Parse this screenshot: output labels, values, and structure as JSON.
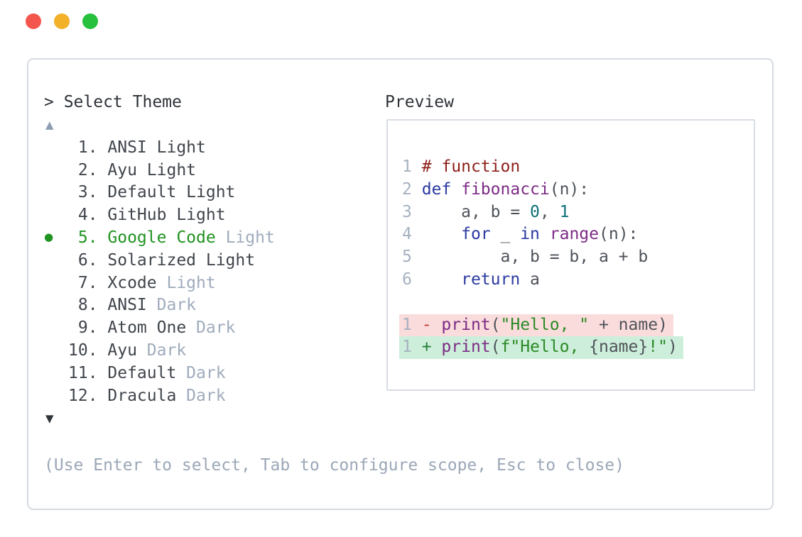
{
  "window": {
    "traffic_lights": [
      {
        "name": "close",
        "color": "#f4564e"
      },
      {
        "name": "minimize",
        "color": "#f2b129"
      },
      {
        "name": "zoom",
        "color": "#27c13e"
      }
    ]
  },
  "theme_picker": {
    "prompt": "> Select Theme",
    "scroll_up_icon": "▲",
    "scroll_down_icon": "▼",
    "selected_color": "#209320",
    "text_color": "#40454c",
    "muted_color": "#9fabbc",
    "items": [
      {
        "num": " 1.",
        "label": "ANSI Light",
        "muted_suffix": "",
        "selected": false
      },
      {
        "num": " 2.",
        "label": "Ayu Light",
        "muted_suffix": "",
        "selected": false
      },
      {
        "num": " 3.",
        "label": "Default Light",
        "muted_suffix": "",
        "selected": false
      },
      {
        "num": " 4.",
        "label": "GitHub Light",
        "muted_suffix": "",
        "selected": false
      },
      {
        "num": " 5.",
        "label": "Google Code",
        "muted_suffix": " Light",
        "selected": true
      },
      {
        "num": " 6.",
        "label": "Solarized Light",
        "muted_suffix": "",
        "selected": false
      },
      {
        "num": " 7.",
        "label": "Xcode",
        "muted_suffix": " Light",
        "selected": false
      },
      {
        "num": " 8.",
        "label": "ANSI",
        "muted_suffix": " Dark",
        "selected": false
      },
      {
        "num": " 9.",
        "label": "Atom One",
        "muted_suffix": " Dark",
        "selected": false
      },
      {
        "num": "10.",
        "label": "Ayu",
        "muted_suffix": " Dark",
        "selected": false
      },
      {
        "num": "11.",
        "label": "Default",
        "muted_suffix": " Dark",
        "selected": false
      },
      {
        "num": "12.",
        "label": "Dracula",
        "muted_suffix": " Dark",
        "selected": false
      }
    ]
  },
  "preview": {
    "title": "Preview",
    "colors": {
      "ln": "#a6b1c0",
      "com": "#8e1f1a",
      "kw": "#2b3aa0",
      "fn": "#7c2b85",
      "num": "#0c7178",
      "str": "#2b8a26",
      "plain": "#4e535a",
      "minus": "#c23b2e",
      "plus": "#237d36",
      "removed_bg": "#fadcdc",
      "added_bg": "#cdeeda"
    },
    "lines": [
      {
        "bg": "",
        "segments": [
          {
            "t": "1 ",
            "c": "ln"
          },
          {
            "t": "# function",
            "c": "com"
          }
        ]
      },
      {
        "bg": "",
        "segments": [
          {
            "t": "2 ",
            "c": "ln"
          },
          {
            "t": "def",
            "c": "kw"
          },
          {
            "t": " ",
            "c": "plain"
          },
          {
            "t": "fibonacci",
            "c": "fn"
          },
          {
            "t": "(n):",
            "c": "plain"
          }
        ]
      },
      {
        "bg": "",
        "segments": [
          {
            "t": "3 ",
            "c": "ln"
          },
          {
            "t": "    a, b = ",
            "c": "plain"
          },
          {
            "t": "0",
            "c": "num"
          },
          {
            "t": ", ",
            "c": "plain"
          },
          {
            "t": "1",
            "c": "num"
          }
        ]
      },
      {
        "bg": "",
        "segments": [
          {
            "t": "4 ",
            "c": "ln"
          },
          {
            "t": "    ",
            "c": "plain"
          },
          {
            "t": "for",
            "c": "kw"
          },
          {
            "t": " _ ",
            "c": "plain"
          },
          {
            "t": "in",
            "c": "kw"
          },
          {
            "t": " ",
            "c": "plain"
          },
          {
            "t": "range",
            "c": "fn"
          },
          {
            "t": "(n):",
            "c": "plain"
          }
        ]
      },
      {
        "bg": "",
        "segments": [
          {
            "t": "5 ",
            "c": "ln"
          },
          {
            "t": "        a, b = b, a + b",
            "c": "plain"
          }
        ]
      },
      {
        "bg": "",
        "segments": [
          {
            "t": "6 ",
            "c": "ln"
          },
          {
            "t": "    ",
            "c": "plain"
          },
          {
            "t": "return",
            "c": "kw"
          },
          {
            "t": " a",
            "c": "plain"
          }
        ]
      },
      {
        "bg": "",
        "segments": []
      },
      {
        "bg": "removed",
        "segments": [
          {
            "t": "1 ",
            "c": "ln"
          },
          {
            "t": "- ",
            "c": "minus"
          },
          {
            "t": "print",
            "c": "fn"
          },
          {
            "t": "(",
            "c": "plain"
          },
          {
            "t": "\"Hello, \"",
            "c": "str"
          },
          {
            "t": " + name)",
            "c": "plain"
          }
        ]
      },
      {
        "bg": "added",
        "segments": [
          {
            "t": "1 ",
            "c": "ln"
          },
          {
            "t": "+ ",
            "c": "plus"
          },
          {
            "t": "print",
            "c": "fn"
          },
          {
            "t": "(",
            "c": "plain"
          },
          {
            "t": "f\"Hello, ",
            "c": "str"
          },
          {
            "t": "{name}",
            "c": "plain"
          },
          {
            "t": "!\"",
            "c": "str"
          },
          {
            "t": ")",
            "c": "plain"
          }
        ]
      }
    ]
  },
  "footer": {
    "hint": "(Use Enter to select, Tab to configure scope, Esc to close)"
  }
}
